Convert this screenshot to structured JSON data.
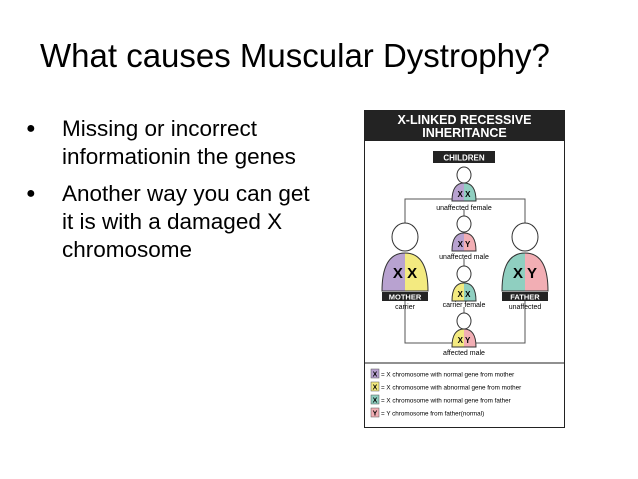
{
  "slide": {
    "title": "What causes Muscular Dystrophy?",
    "bullets": [
      "Missing or incorrect informationin the genes",
      "Another way you can get it is with a damaged X chromosome"
    ]
  },
  "figure": {
    "header_line1": "X-LINKED RECESSIVE",
    "header_line2": "INHERITANCE",
    "children_label": "CHILDREN",
    "children": [
      {
        "chromosomes": "X X",
        "label": "unaffected female"
      },
      {
        "chromosomes": "X Y",
        "label": "unaffected male"
      },
      {
        "chromosomes": "X X",
        "label": "carrier female"
      },
      {
        "chromosomes": "X Y",
        "label": "affected male"
      }
    ],
    "mother": {
      "chromosomes": "X X",
      "role": "MOTHER",
      "status": "carrier"
    },
    "father": {
      "chromosomes": "X Y",
      "role": "FATHER",
      "status": "unaffected"
    },
    "legend": [
      {
        "letter": "X",
        "text": "= X chromosome with normal gene from mother",
        "color": "#b8a2d0"
      },
      {
        "letter": "X",
        "text": "= X chromosome with abnormal gene from mother",
        "color": "#f3ea80"
      },
      {
        "letter": "X",
        "text": "= X chromosome with normal gene from father",
        "color": "#8fcfc0"
      },
      {
        "letter": "Y",
        "text": "= Y chromosome from father(normal)",
        "color": "#f2aeb4"
      }
    ],
    "colors": {
      "purple": "#b8a2d0",
      "yellow": "#f3ea80",
      "teal": "#8fcfc0",
      "pink": "#f2aeb4",
      "header": "#232323"
    }
  }
}
